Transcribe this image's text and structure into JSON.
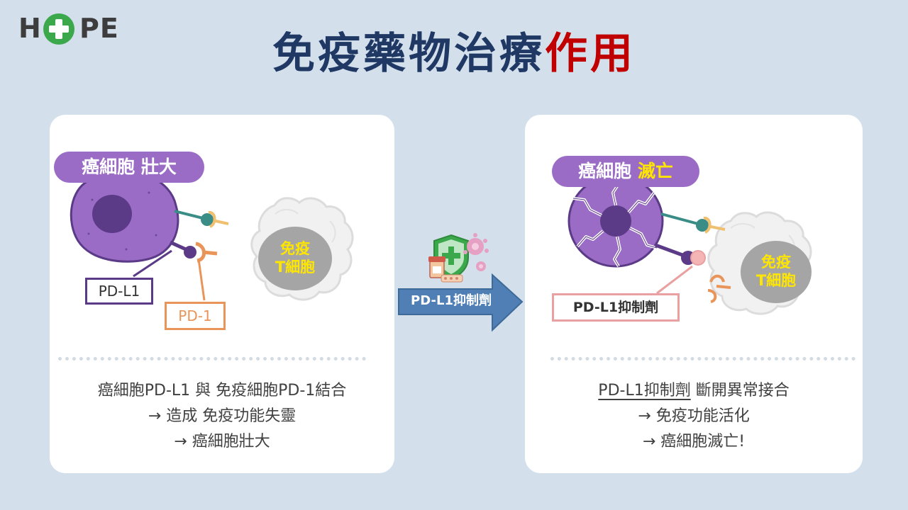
{
  "logo": {
    "letters_left": "H",
    "letters_right": "PE"
  },
  "title": {
    "main": "免疫藥物治療",
    "accent": "作用"
  },
  "left_panel": {
    "badge": "癌細胞 壯大",
    "t_cell_line1": "免疫",
    "t_cell_line2": "T細胞",
    "label_pdl1": "PD-L1",
    "label_pd1": "PD-1",
    "caption_lines": [
      "癌細胞PD-L1 與 免疫細胞PD-1結合",
      "→ 造成 免疫功能失靈",
      "→ 癌細胞壯大"
    ]
  },
  "arrow": {
    "label": "PD-L1抑制劑"
  },
  "right_panel": {
    "badge_main": "癌細胞 ",
    "badge_accent": "滅亡",
    "t_cell_line1": "免疫",
    "t_cell_line2": "T細胞",
    "label_inhibitor": "PD-L1抑制劑",
    "caption_underlined": "PD-L1抑制劑",
    "caption_line1_rest": " 斷開異常接合",
    "caption_line2": "→ 免疫功能活化",
    "caption_line3": "→ 癌細胞滅亡!"
  },
  "colors": {
    "background": "#d3e0ec",
    "title": "#1f3864",
    "title_accent": "#c00000",
    "cancer_cell": "#9b6cc6",
    "badge": "#9b6cc6",
    "t_cell_text": "#ffe600",
    "pdl1_border": "#5b3a87",
    "pd1_border": "#e9955a",
    "inhibitor_border": "#e8a0a0",
    "arrow": "#4f7fb4",
    "logo_cross": "#3aa84b"
  },
  "icons": [
    "plus-cross-icon",
    "shield-icon",
    "virus-icon",
    "medicine-bottle-icon",
    "pill-icon",
    "arrow-right-icon"
  ]
}
